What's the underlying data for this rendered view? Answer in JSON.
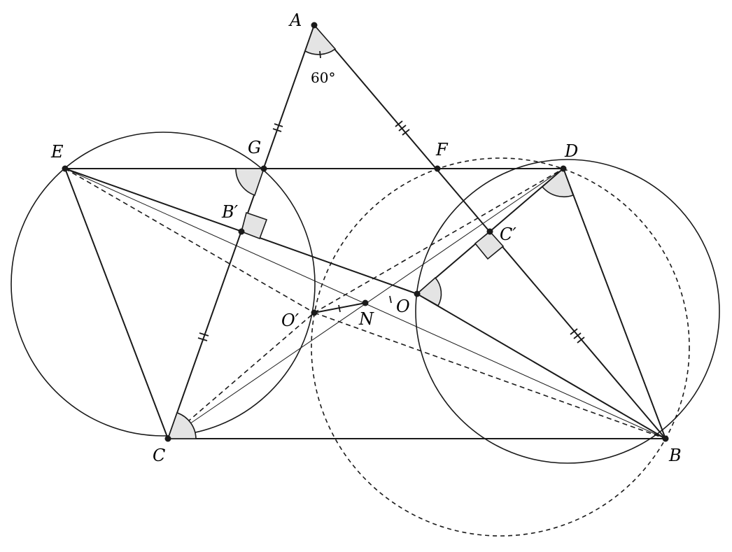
{
  "points": {
    "A": "A",
    "B": "B",
    "C": "C",
    "D": "D",
    "E": "E",
    "F": "F",
    "G": "G",
    "O": "O",
    "N": "N",
    "O_prime": "O′",
    "B_prime": "B′",
    "C_prime": "C′"
  },
  "angle_label": "60°"
}
